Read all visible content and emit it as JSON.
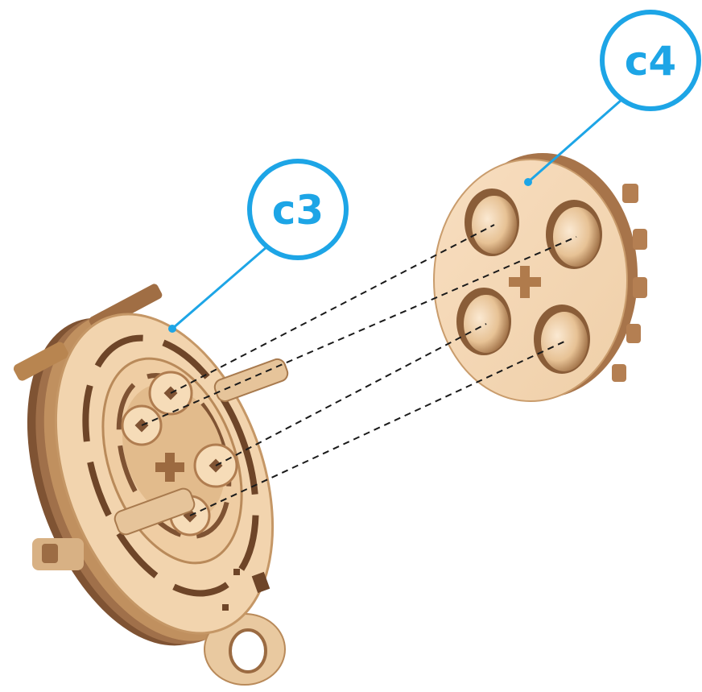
{
  "callouts": {
    "c3": {
      "label": "c3"
    },
    "c4": {
      "label": "c4"
    }
  },
  "colors": {
    "callout": "#1da5e6",
    "wood_face": "#f5d8b4",
    "wood_light": "#fae6cc",
    "wood_edge": "#b9875a",
    "wood_dark": "#7f5333",
    "hole_shadow": "#c89c6c",
    "guide_line": "#1a1a1a"
  },
  "icons": {
    "part_c3": "wooden-gear-assembly",
    "part_c4": "wooden-disc-with-four-holes"
  }
}
